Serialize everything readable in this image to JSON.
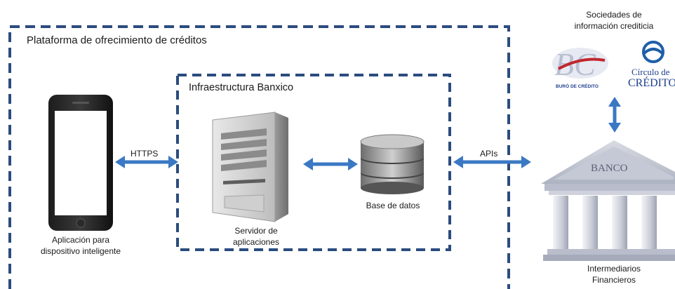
{
  "platform": {
    "title": "Plataforma de ofrecimiento de créditos"
  },
  "infra": {
    "title": "Infraestructura Banxico"
  },
  "app": {
    "label_line1": "Aplicación para",
    "label_line2": "dispositivo inteligente"
  },
  "links": {
    "https": "HTTPS",
    "apis": "APIs"
  },
  "server": {
    "label_line1": "Servidor de",
    "label_line2": "aplicaciones"
  },
  "database": {
    "label": "Base de datos"
  },
  "credit_bureaus": {
    "title_line1": "Sociedades de",
    "title_line2": "información crediticia",
    "buro_logo": {
      "mark": "BC",
      "text": "BURÓ DE CRÉDITO"
    },
    "circulo_logo": {
      "line1": "Círculo de",
      "line2": "CRÉDITO"
    }
  },
  "bank": {
    "sign": "BANCO",
    "label_line1": "Intermediarios",
    "label_line2": "Financieros"
  },
  "colors": {
    "border": "#2b4c7e",
    "arrow": "#3b78c4",
    "text": "#1a1a1a"
  }
}
